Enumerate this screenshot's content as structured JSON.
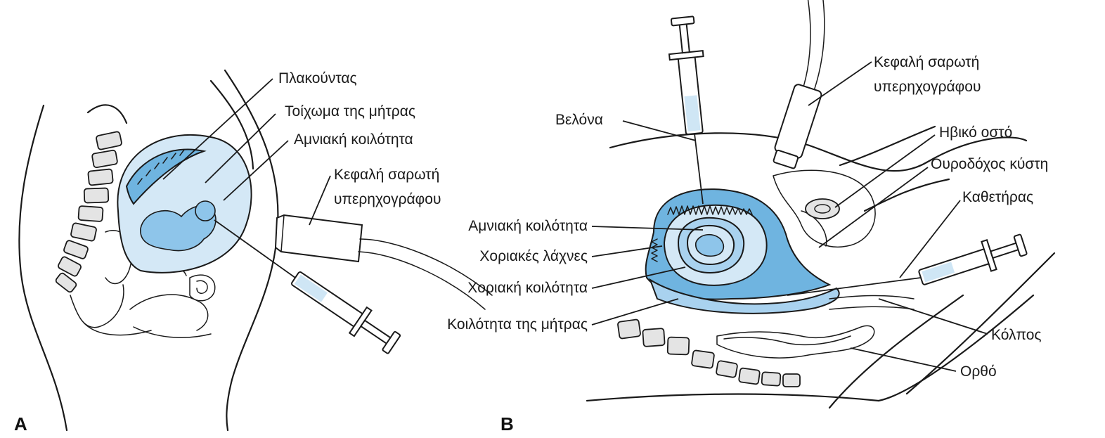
{
  "panels": {
    "a": "A",
    "b": "B"
  },
  "labels_a": {
    "placenta": "Πλακούντας",
    "uterine_wall": "Τοίχωμα της μήτρας",
    "amniotic_cavity": "Αμνιακή κοιλότητα",
    "probe_line1": "Κεφαλή σαρωτή",
    "probe_line2": "υπερηχογράφου"
  },
  "labels_b": {
    "needle": "Βελόνα",
    "probe_line1": "Κεφαλή σαρωτή",
    "probe_line2": "υπερηχογράφου",
    "pubic_bone": "Ηβικό οστό",
    "bladder": "Ουροδόχος κύστη",
    "catheter": "Καθετήρας",
    "amniotic_cavity": "Αμνιακή κοιλότητα",
    "chorionic_villi": "Χοριακές λάχνες",
    "chorionic_cavity": "Χοριακή κοιλότητα",
    "uterine_cavity": "Κοιλότητα της μήτρας",
    "vagina": "Κόλπος",
    "rectum": "Ορθό"
  },
  "colors": {
    "amniotic_fluid": "#d4e8f6",
    "uterus_tissue": "#6fb4e0",
    "fetus": "#8ec5ea",
    "outline": "#1a1a1a"
  }
}
